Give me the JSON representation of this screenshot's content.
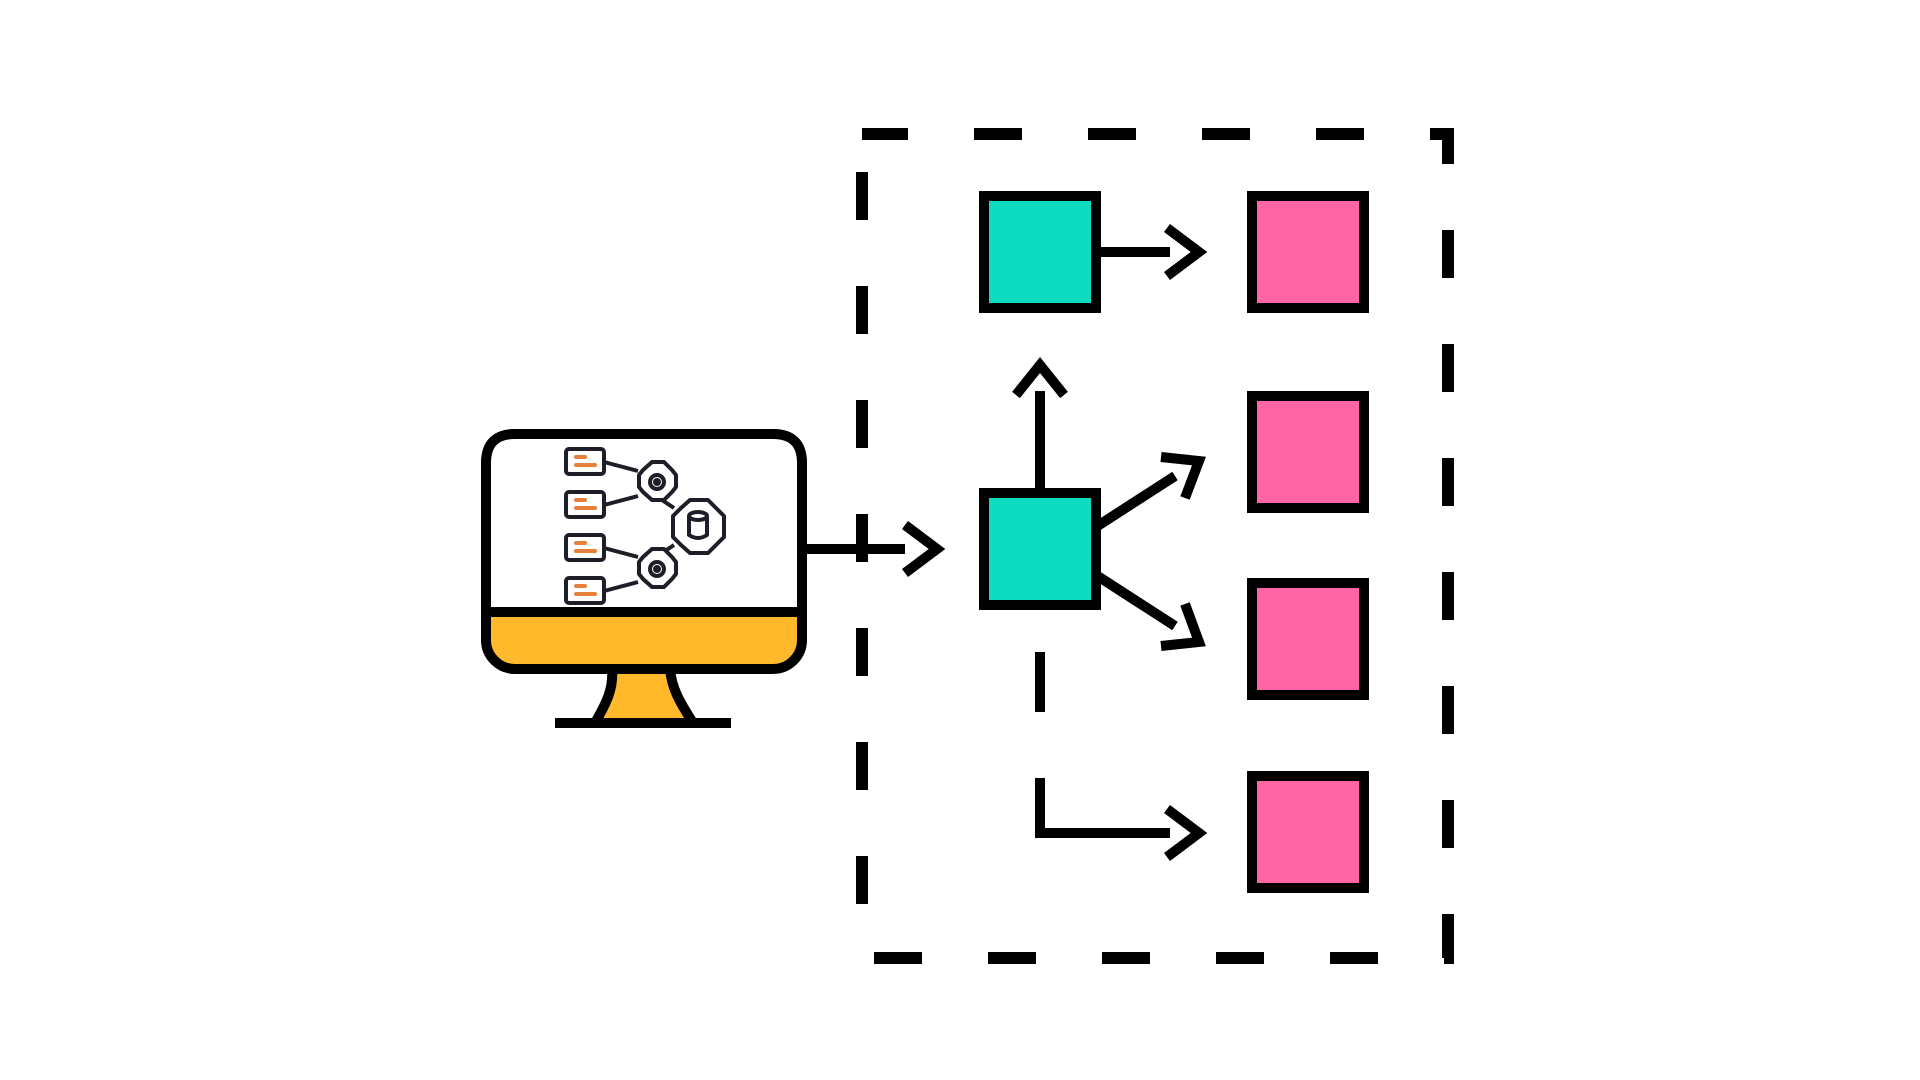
{
  "diagram": {
    "colors": {
      "background": "#ffffff",
      "stroke": "#000000",
      "monitor_base": "#FFB92A",
      "server_icon_accent": "#E6803A",
      "icon_stroke": "#1E1E28",
      "hub_node": "#0DDCC0",
      "target_node": "#FF64A5"
    },
    "source": {
      "icon": "computer-monitor-icon",
      "screen_icon": "service-network-icon",
      "screen_parts": [
        "server-icon",
        "server-icon",
        "server-icon",
        "server-icon",
        "gear-icon",
        "gear-icon",
        "database-icon"
      ]
    },
    "container": {
      "border_style": "dashed"
    },
    "hub_nodes": [
      {
        "id": "hub-top",
        "color": "teal"
      },
      {
        "id": "hub-center",
        "color": "teal"
      }
    ],
    "target_nodes": [
      {
        "id": "target-1",
        "color": "pink"
      },
      {
        "id": "target-2",
        "color": "pink"
      },
      {
        "id": "target-3",
        "color": "pink"
      },
      {
        "id": "target-4",
        "color": "pink"
      }
    ],
    "edges": [
      {
        "from": "source",
        "to": "hub-center"
      },
      {
        "from": "hub-center",
        "to": "hub-top"
      },
      {
        "from": "hub-top",
        "to": "target-1"
      },
      {
        "from": "hub-center",
        "to": "target-2"
      },
      {
        "from": "hub-center",
        "to": "target-3"
      },
      {
        "from": "hub-center",
        "to": "target-4",
        "style": "broken"
      }
    ]
  }
}
